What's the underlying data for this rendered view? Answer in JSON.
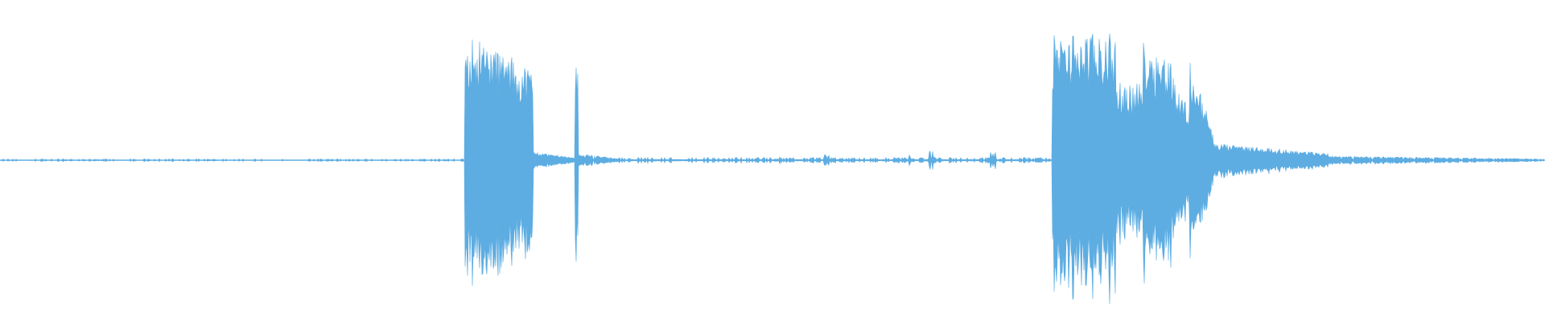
{
  "waveform": {
    "color": "#5dade2",
    "background": "#ffffff",
    "amplitude_scale": 1.0,
    "segments": [
      {
        "start": 0.0,
        "end": 0.3,
        "peak": 0.01,
        "decay": 0.0,
        "density": 0.2
      },
      {
        "start": 0.301,
        "end": 0.345,
        "peak": 0.93,
        "decay": 0.3,
        "density": 1.0
      },
      {
        "start": 0.345,
        "end": 0.372,
        "peak": 0.06,
        "decay": 0.7,
        "density": 1.0
      },
      {
        "start": 0.372,
        "end": 0.374,
        "peak": 0.7,
        "decay": 0.0,
        "density": 1.0
      },
      {
        "start": 0.374,
        "end": 0.4,
        "peak": 0.05,
        "decay": 0.8,
        "density": 0.9
      },
      {
        "start": 0.4,
        "end": 0.68,
        "peak": 0.02,
        "decay": 0.0,
        "density": 0.3
      },
      {
        "start": 0.681,
        "end": 0.722,
        "peak": 0.9,
        "decay": 0.0,
        "density": 1.0
      },
      {
        "start": 0.722,
        "end": 0.74,
        "peak": 0.55,
        "decay": 0.0,
        "density": 1.0
      },
      {
        "start": 0.74,
        "end": 0.76,
        "peak": 0.88,
        "decay": 0.2,
        "density": 1.0
      },
      {
        "start": 0.76,
        "end": 0.77,
        "peak": 0.55,
        "decay": 0.3,
        "density": 1.0
      },
      {
        "start": 0.77,
        "end": 0.785,
        "peak": 0.72,
        "decay": 0.7,
        "density": 1.0
      },
      {
        "start": 0.785,
        "end": 0.86,
        "peak": 0.12,
        "decay": 0.6,
        "density": 1.0
      },
      {
        "start": 0.86,
        "end": 1.0,
        "peak": 0.03,
        "decay": 0.7,
        "density": 0.8
      }
    ],
    "blips": [
      {
        "pos": 0.503,
        "peak": 0.03
      },
      {
        "pos": 0.535,
        "peak": 0.04
      },
      {
        "pos": 0.59,
        "peak": 0.04
      },
      {
        "pos": 0.603,
        "peak": 0.08
      },
      {
        "pos": 0.643,
        "peak": 0.06
      }
    ]
  }
}
